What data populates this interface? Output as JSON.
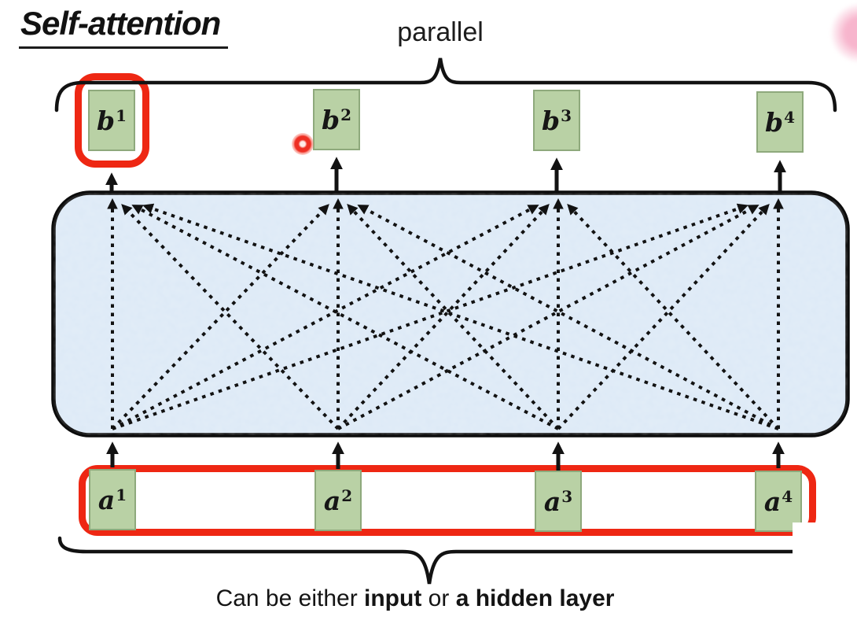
{
  "slide": {
    "title": "Self-attention",
    "parallel_label": "parallel",
    "caption": {
      "part1": "Can be either ",
      "part2": "input",
      "part3": " or ",
      "part4": "a hidden layer"
    }
  },
  "outputs": [
    {
      "letter": "b",
      "sup": "1"
    },
    {
      "letter": "b",
      "sup": "2"
    },
    {
      "letter": "b",
      "sup": "3"
    },
    {
      "letter": "b",
      "sup": "4"
    }
  ],
  "inputs": [
    {
      "letter": "a",
      "sup": "1"
    },
    {
      "letter": "a",
      "sup": "2"
    },
    {
      "letter": "a",
      "sup": "3"
    },
    {
      "letter": "a",
      "sup": "4"
    }
  ],
  "colors": {
    "highlight_red": "#ee2713",
    "box_green_fill": "#b9d1a5",
    "box_green_border": "#8ea97c",
    "attention_layer_blue": "#dce9f6",
    "line_black": "#121212",
    "laser_red": "#ee281c",
    "pink_glow": "#f6a8c4"
  }
}
